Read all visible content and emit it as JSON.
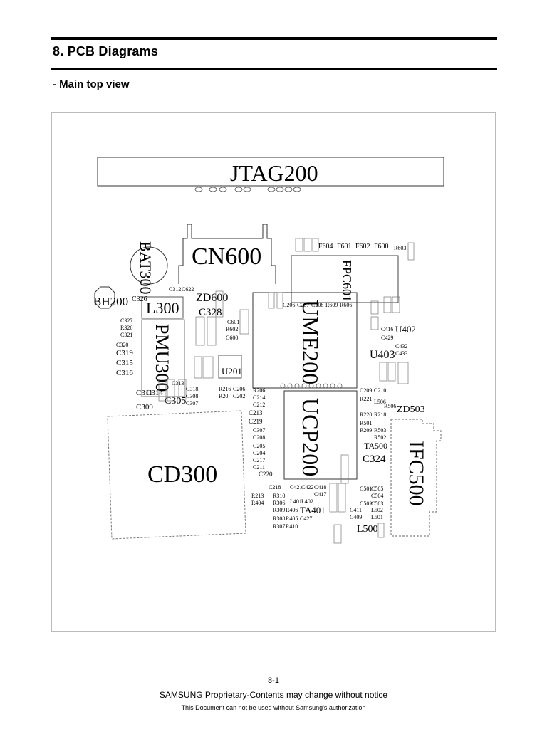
{
  "header": {
    "title": "8.  PCB  Diagrams",
    "subtitle": "- Main  top  view"
  },
  "pcb": {
    "big_labels": {
      "jtag": "JTAG200",
      "cn600": "CN600",
      "bat300": "BAT300",
      "bh200": "BH200",
      "l300": "L300",
      "pmu300": "PMU300",
      "zd600": "ZD600",
      "c328": "C328",
      "u201": "U201",
      "ume200": "UME200",
      "ucp200": "UCP200",
      "u403": "U403",
      "u402": "U402",
      "ifc500": "IFC500",
      "cd300": "CD300",
      "fpc601": "FPC601",
      "zd503": "ZD503",
      "ta500": "TA500",
      "c324": "C324",
      "c305": "C305",
      "ta401": "TA401",
      "l500": "L500"
    },
    "small_labels": [
      "F604",
      "F601",
      "F602",
      "F600",
      "R603",
      "C326",
      "C327",
      "R326",
      "C321",
      "C320",
      "C319",
      "C315",
      "C316",
      "C311",
      "C314",
      "C309",
      "C313",
      "C318",
      "C308",
      "C307",
      "R216",
      "C206",
      "R20",
      "C202",
      "R206",
      "C214",
      "C212",
      "C213",
      "C219",
      "C307",
      "C208",
      "C205",
      "C204",
      "C217",
      "C211",
      "C220",
      "C218",
      "R213",
      "R404",
      "R310",
      "R306",
      "R309",
      "R308",
      "R307",
      "C209",
      "C210",
      "R221",
      "R220",
      "R218",
      "R501",
      "R209",
      "R502",
      "R503",
      "R506",
      "C416",
      "C429",
      "C432",
      "C433",
      "C206",
      "C207",
      "C208",
      "R609",
      "R606",
      "C601",
      "R602",
      "C600",
      "C501",
      "C505",
      "C502",
      "C503",
      "C504",
      "C411",
      "C409",
      "L501",
      "L502",
      "C427",
      "R410",
      "R405",
      "R406",
      "C421",
      "C422",
      "C418",
      "C417",
      "L402",
      "L401",
      "L506",
      "C312",
      "C622"
    ]
  },
  "footer": {
    "page": "8-1",
    "line1": "SAMSUNG Proprietary-Contents may change without notice",
    "line2": "This  Document  can  not  be  used  without  Samsung's  authorization"
  }
}
